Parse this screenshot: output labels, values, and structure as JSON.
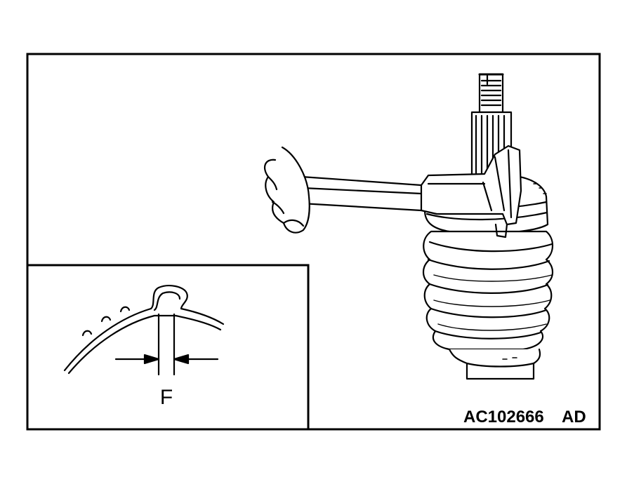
{
  "figure": {
    "dimension_label": "F",
    "figure_code": "AC102666",
    "figure_suffix": "AD"
  },
  "colors": {
    "line": "#000000",
    "background": "#ffffff"
  }
}
